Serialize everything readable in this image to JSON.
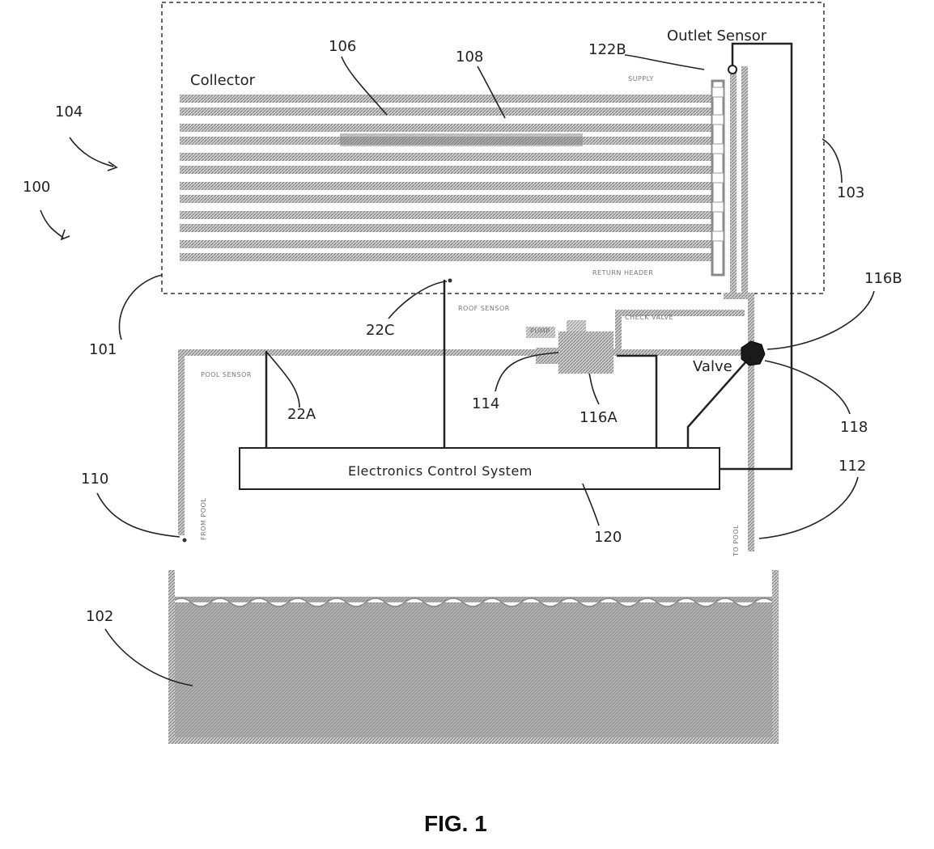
{
  "refs": {
    "r100": "100",
    "r101": "101",
    "r102": "102",
    "r103": "103",
    "r104": "104",
    "r106": "106",
    "r108": "108",
    "r110": "110",
    "r112": "112",
    "r114": "114",
    "r116a": "116A",
    "r116b": "116B",
    "r118": "118",
    "r120": "120",
    "r122a": "22A",
    "r122b": "122B",
    "r122c": "22C"
  },
  "labels": {
    "collector": "Collector",
    "outlet_sensor": "Outlet Sensor",
    "valve": "Valve",
    "control_system": "Electronics Control System",
    "pool_sensor": "POOL SENSOR",
    "roof_sensor": "ROOF SENSOR",
    "check_valve": "CHECK VALVE",
    "from_pool": "FROM POOL",
    "to_pool": "TO POOL",
    "top_header": "SUPPLY",
    "bottom_header": "RETURN HEADER",
    "pump": "PUMP"
  },
  "caption": "FIG. 1",
  "colors": {
    "ink": "#222222",
    "hatch_light": "#bdbdbd",
    "hatch_dark": "#8a8a8a",
    "pool_fill": "#a9a9a9"
  }
}
